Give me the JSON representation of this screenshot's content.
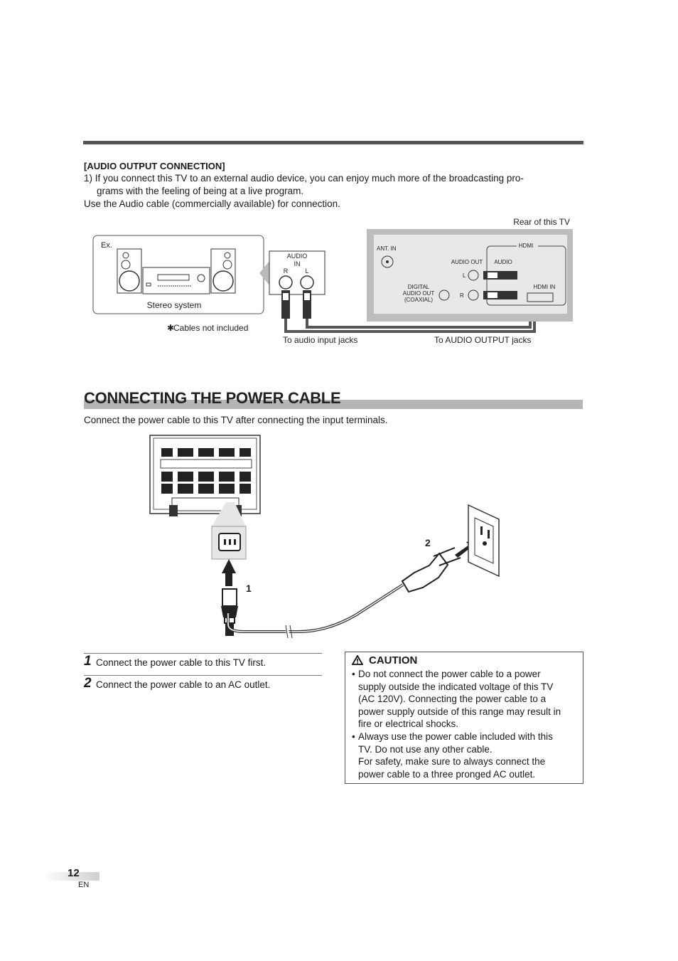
{
  "audio_section": {
    "heading": "[AUDIO OUTPUT CONNECTION]",
    "para1_line1": "1) If you connect this TV to an external audio device, you can enjoy much more of the broadcasting pro-",
    "para1_line2": "grams with the feeling of being at a live program.",
    "para2": "Use the Audio cable (commercially available) for connection."
  },
  "audio_diagram": {
    "example_label": "Ex.",
    "stereo_label": "Stereo system",
    "cables_note": "Cables not included",
    "audio_in_label_1": "AUDIO",
    "audio_in_label_2": "IN",
    "jack_r": "R",
    "jack_l": "L",
    "rear_label": "Rear of this TV",
    "ant_in": "ANT. IN",
    "hdmi": "HDMI",
    "audio_out": "AUDIO OUT",
    "audio": "AUDIO",
    "out_l": "L",
    "out_r": "R",
    "digital_1": "DIGITAL",
    "digital_2": "AUDIO OUT",
    "digital_3": "(COAXIAL)",
    "hdmi_in": "HDMI IN",
    "to_input": "To audio input jacks",
    "to_output": "To AUDIO OUTPUT jacks"
  },
  "power_section": {
    "title": "CONNECTING THE POWER CABLE",
    "intro": "Connect the power cable to this TV after connecting the input terminals.",
    "callout_1": "1",
    "callout_2": "2",
    "steps": [
      {
        "num": "1",
        "text": "Connect the power cable to this TV first."
      },
      {
        "num": "2",
        "text": "Connect the power cable to an AC outlet."
      }
    ]
  },
  "caution": {
    "title": "CAUTION",
    "b1_l1": "Do not connect the power cable to a power",
    "b1_l2": "supply outside the indicated voltage of this TV",
    "b1_l3": "(AC 120V). Connecting the power cable to a",
    "b1_l4": "power supply outside of this range may result in",
    "b1_l5": "fire or electrical shocks.",
    "b2_l1": "Always use the power cable included with this",
    "b2_l2": "TV. Do not use any other cable.",
    "b2_l3": "For safety, make sure to always connect the",
    "b2_l4": "power cable to a three pronged AC outlet."
  },
  "footer": {
    "page_number": "12",
    "language": "EN"
  }
}
